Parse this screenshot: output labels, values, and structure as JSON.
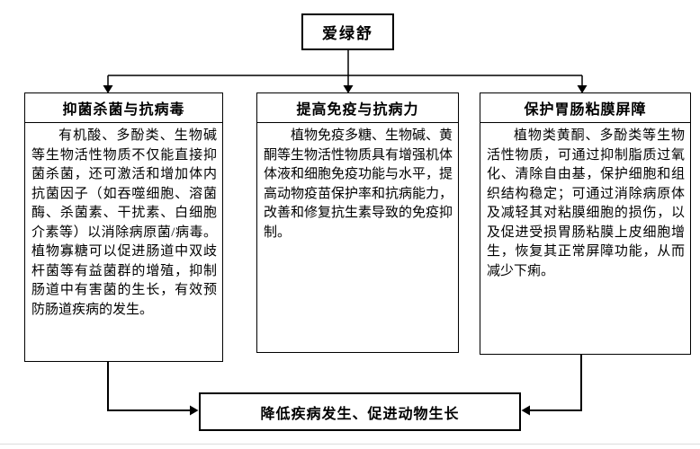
{
  "diagram": {
    "root": {
      "label": "爱绿舒"
    },
    "branches": [
      {
        "title": "抑菌杀菌与抗病毒",
        "body": "有机酸、多酚类、生物碱等生物活性物质不仅能直接抑菌杀菌，还可激活和增加体内抗菌因子（如吞噬细胞、溶菌酶、杀菌素、干扰素、白细胞介素等）以消除病原菌/病毒。植物寡糖可以促进肠道中双歧杆菌等有益菌群的增殖，抑制肠道中有害菌的生长，有效预防肠道疾病的发生。"
      },
      {
        "title": "提高免疫与抗病力",
        "body": "植物免疫多糖、生物碱、黄酮等生物活性物质具有增强机体体液和细胞免疫功能与水平，提高动物疫苗保护率和抗病能力，改善和修复抗生素导致的免疫抑制。"
      },
      {
        "title": "保护胃肠粘膜屏障",
        "body": "植物类黄酮、多酚类等生物活性物质，可通过抑制脂质过氧化、清除自由基，保护细胞和组织结构稳定；可通过消除病原体及减轻其对粘膜细胞的损伤，以及促进受损胃肠粘膜上皮细胞增生，恢复其正常屏障功能，从而减少下痢。"
      }
    ],
    "outcome": {
      "label": "降低疾病发生、促进动物生长"
    }
  },
  "colors": {
    "line": "#000000",
    "background": "#ffffff",
    "page_rule": "#dcdcdc"
  }
}
